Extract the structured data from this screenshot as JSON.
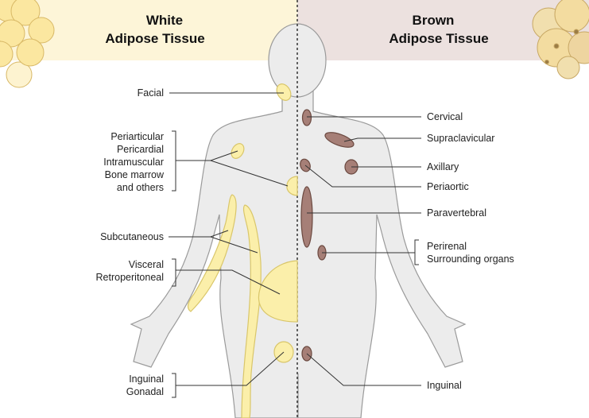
{
  "titles": {
    "white_line1": "White",
    "white_line2": "Adipose Tissue",
    "brown_line1": "Brown",
    "brown_line2": "Adipose Tissue"
  },
  "white_labels": {
    "facial": "Facial",
    "periarticular": "Periarticular",
    "pericardial": "Pericardial",
    "intramuscular": "Intramuscular",
    "bone_marrow": "Bone marrow",
    "others": "and others",
    "subcutaneous": "Subcutaneous",
    "visceral": "Visceral",
    "retroperitoneal": "Retroperitoneal",
    "inguinal": "Inguinal",
    "gonadal": "Gonadal"
  },
  "brown_labels": {
    "cervical": "Cervical",
    "supraclavicular": "Supraclavicular",
    "axillary": "Axillary",
    "periaortic": "Periaortic",
    "paravertebral": "Paravertebral",
    "perirenal": "Perirenal",
    "surrounding": "Surrounding organs",
    "inguinal": "Inguinal"
  },
  "colors": {
    "white_band": "#fdf5d8",
    "brown_band": "#ece1df",
    "white_fat": "#fbefaa",
    "brown_fat": "#a67f77",
    "body": "#ececec"
  }
}
